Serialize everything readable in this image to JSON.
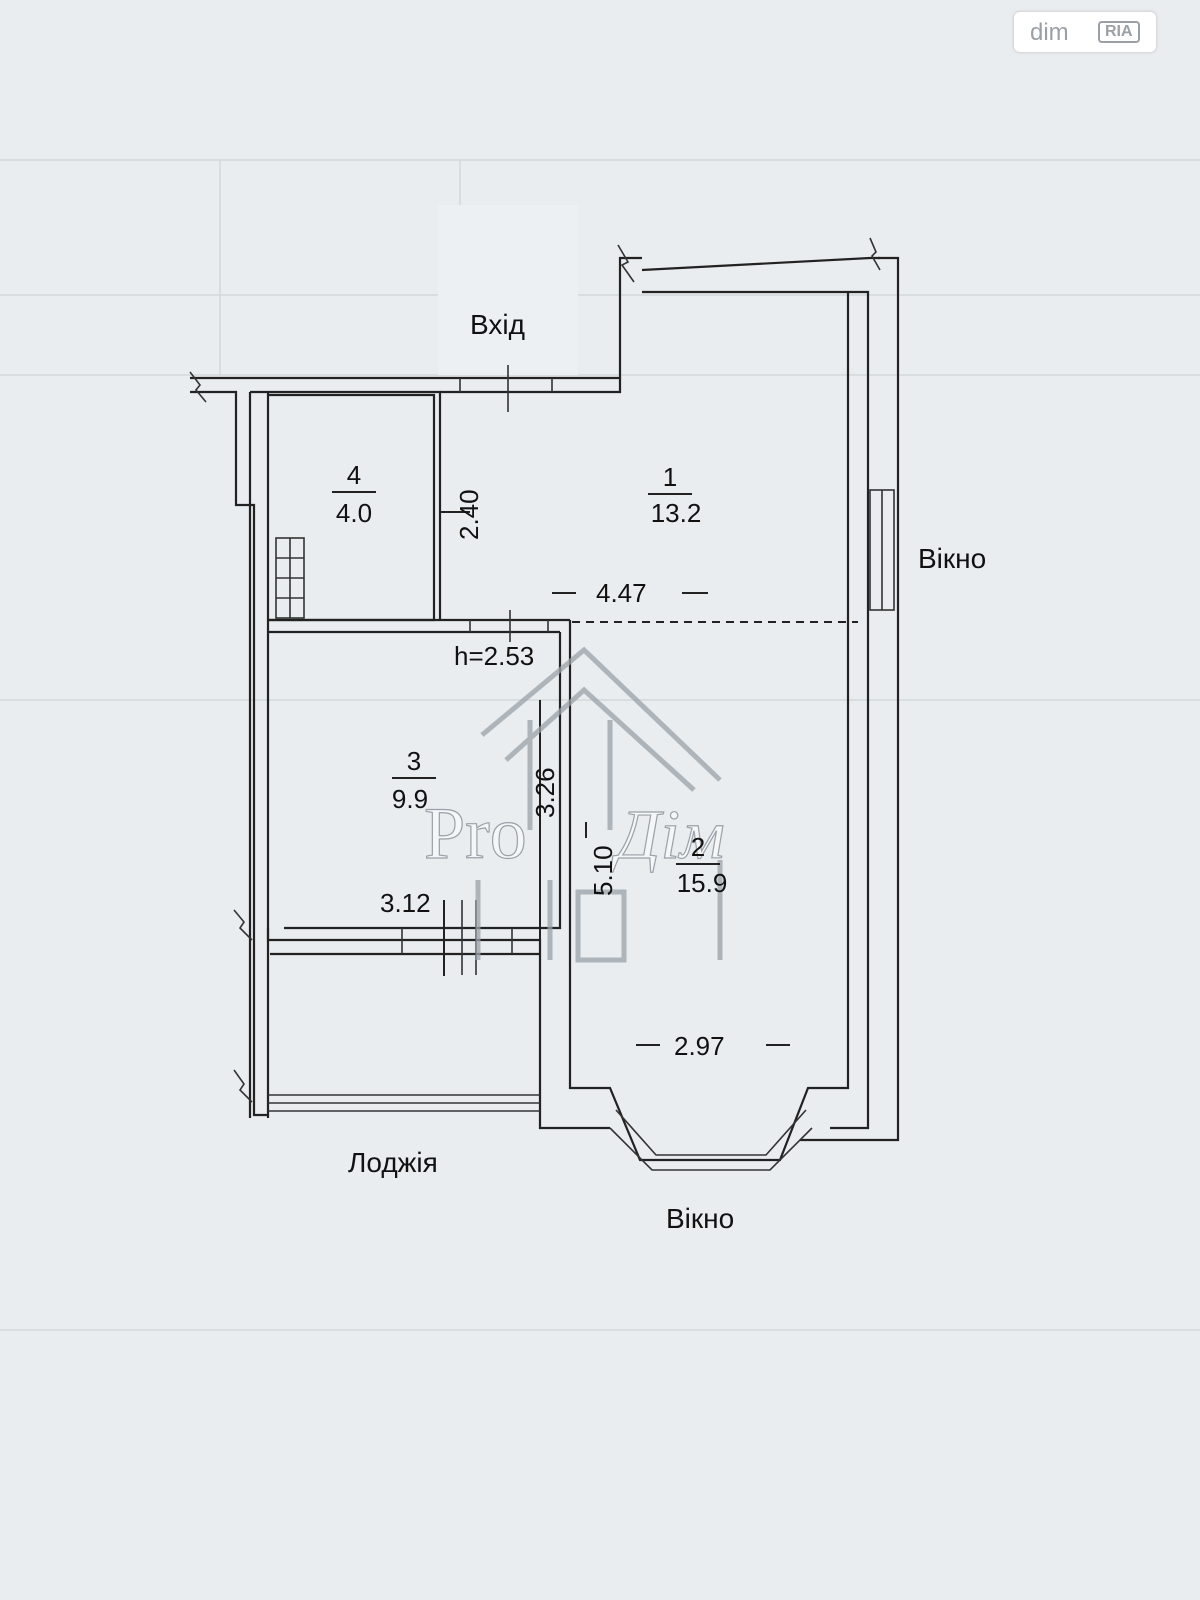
{
  "brand_badge": {
    "primary": "dim",
    "secondary": "RIA"
  },
  "watermark": {
    "text_latin": "Pro",
    "text_cyrillic": "Дім"
  },
  "labels": {
    "entrance": "Вхід",
    "window_right": "Вікно",
    "window_bottom": "Вікно",
    "loggia": "Лоджія",
    "ceiling_height": "h=2.53"
  },
  "rooms": [
    {
      "number": "1",
      "area": "13.2"
    },
    {
      "number": "2",
      "area": "15.9"
    },
    {
      "number": "3",
      "area": "9.9"
    },
    {
      "number": "4",
      "area": "4.0"
    }
  ],
  "dimensions": {
    "room1_width": "4.47",
    "room2_width": "2.97",
    "room2_length": "5.10",
    "room3_length": "3.26",
    "room3_width": "3.12",
    "room4_length": "2.40"
  },
  "colors": {
    "paper": "#e9edf0",
    "ink": "#222222",
    "faded_text": "#c9ced3"
  }
}
